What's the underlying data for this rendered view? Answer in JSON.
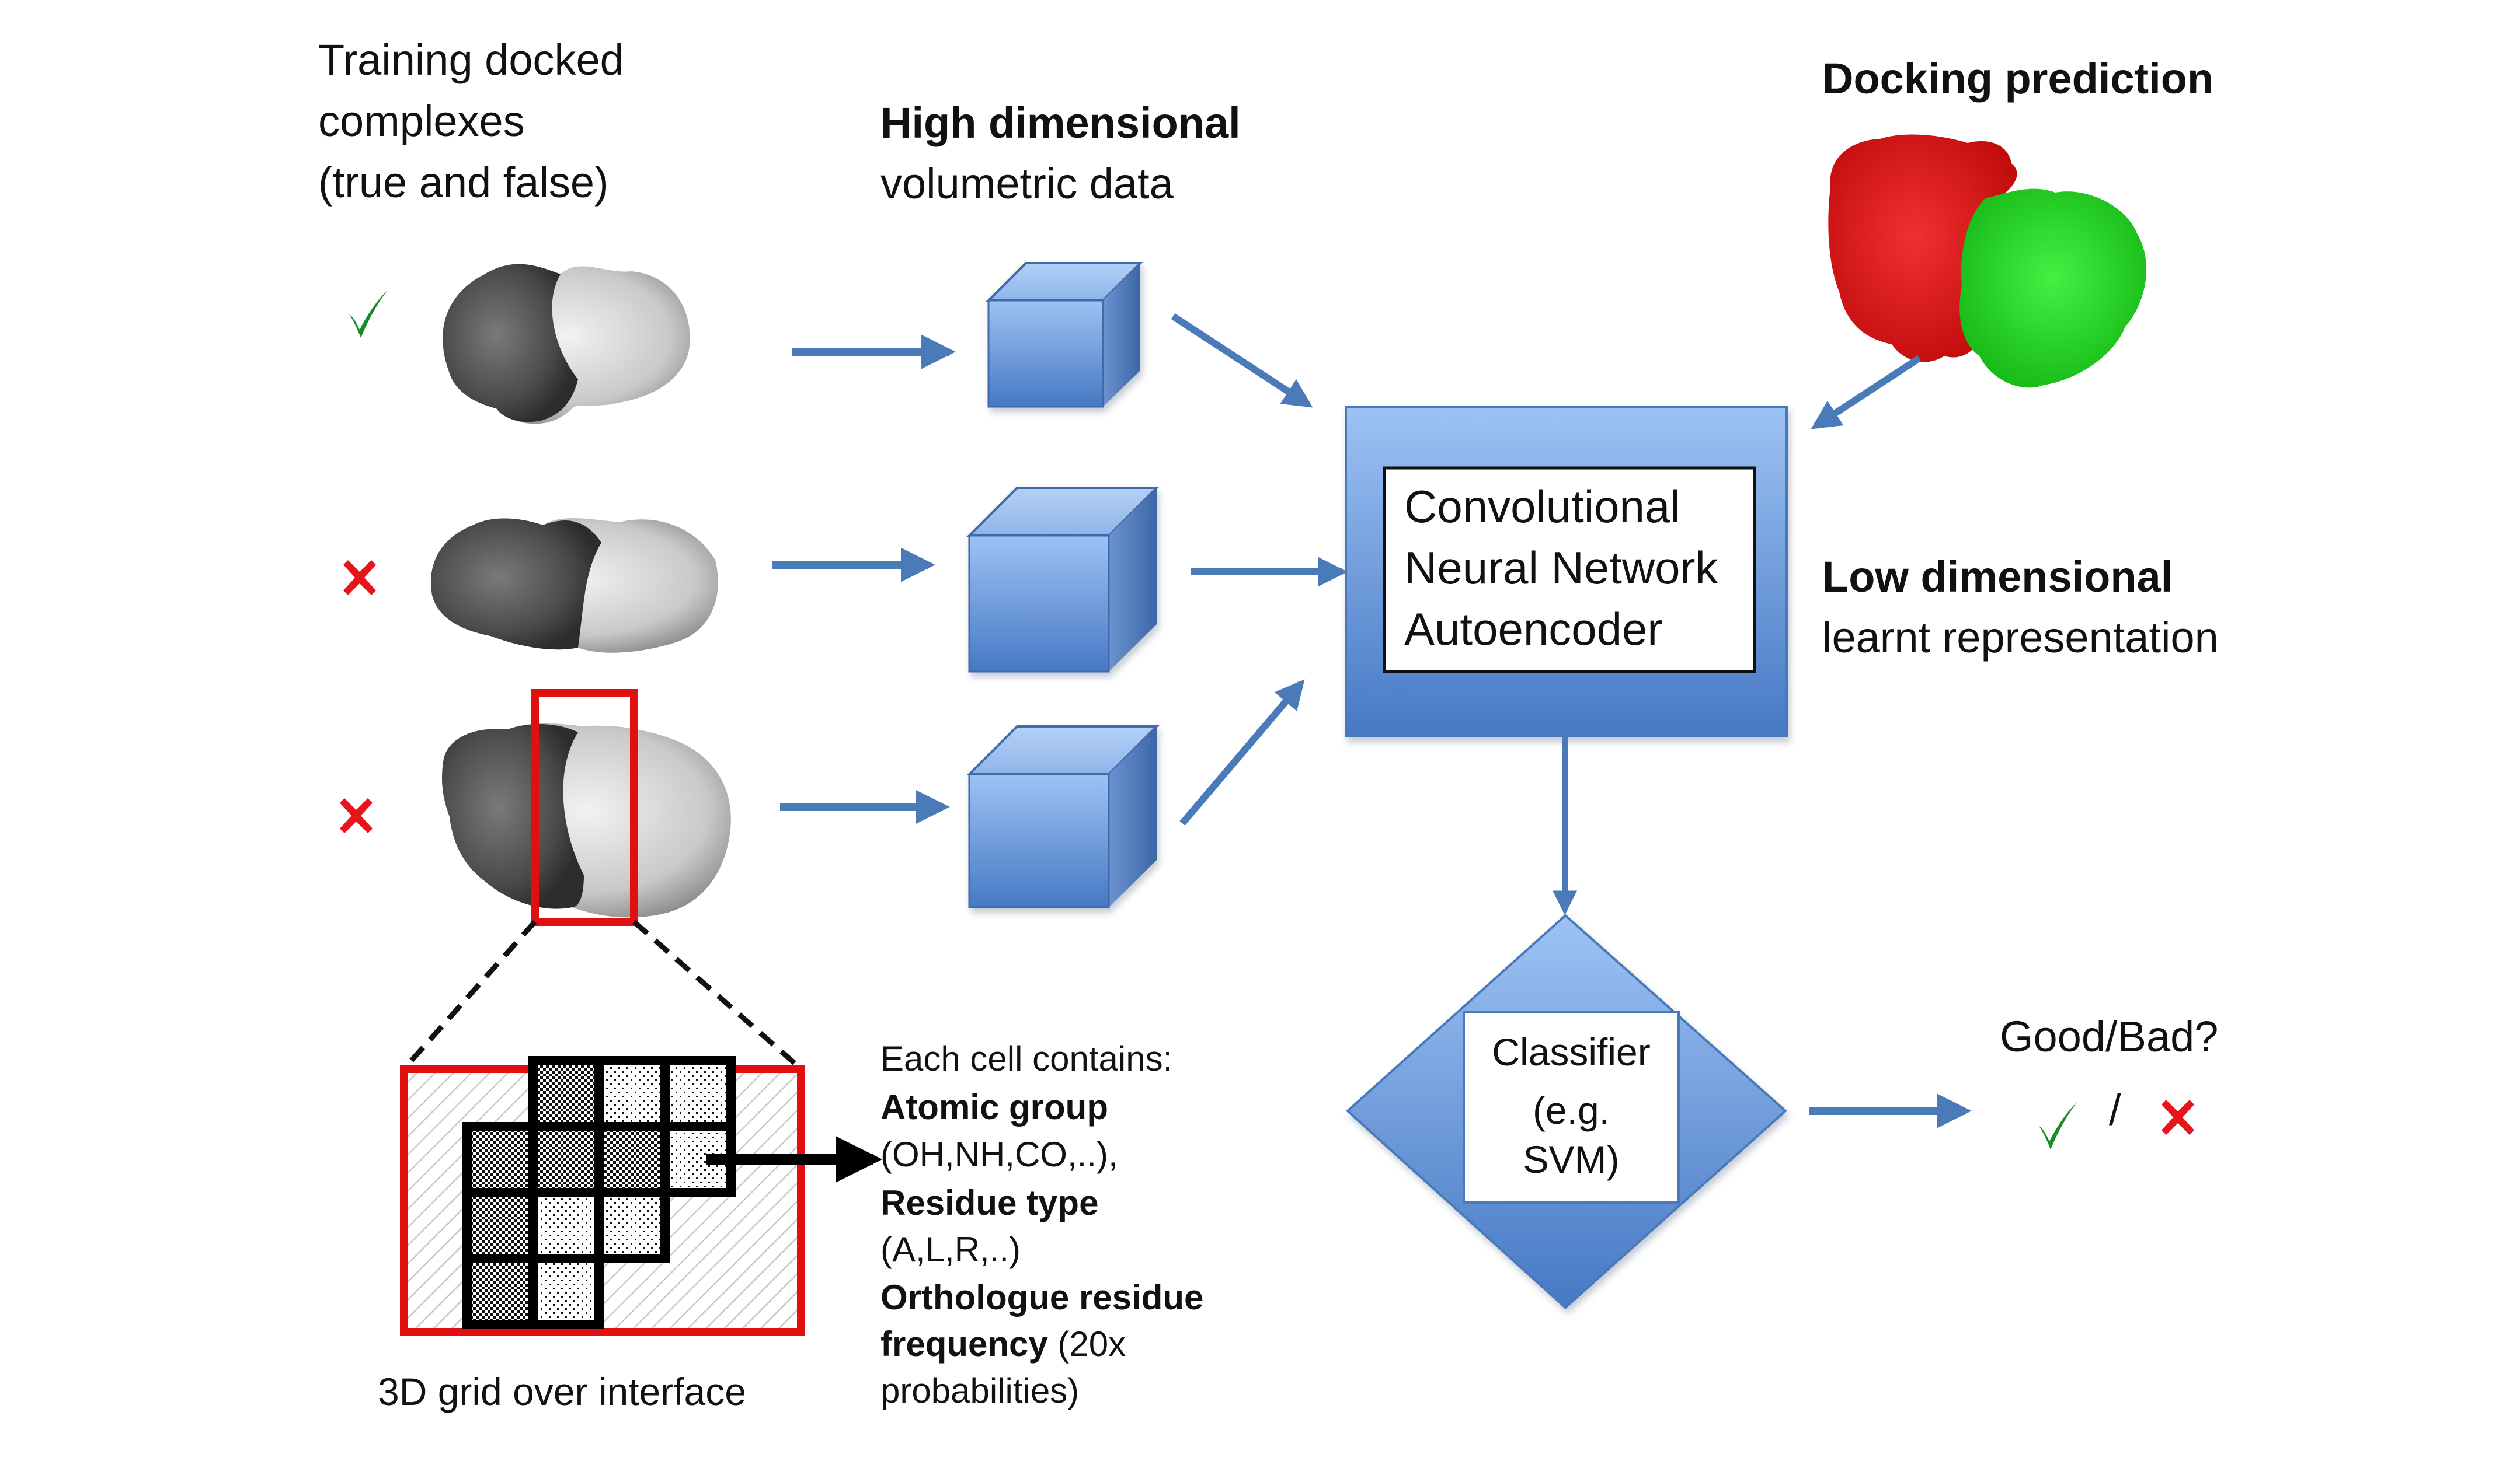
{
  "labels": {
    "training": [
      "Training docked",
      "complexes",
      "(true and false)"
    ],
    "volumetric_bold": "High dimensional",
    "volumetric_rest": "volumetric data",
    "docking_prediction": "Docking prediction",
    "low_dim_bold": "Low dimensional",
    "low_dim_rest": "learnt representation",
    "grid_caption": "3D grid over  interface",
    "output_question": "Good/Bad?",
    "output_separator": "/"
  },
  "training_examples": [
    {
      "label": "true",
      "mark_icon": "check-icon"
    },
    {
      "label": "false",
      "mark_icon": "cross-icon"
    },
    {
      "label": "false",
      "mark_icon": "cross-icon"
    }
  ],
  "cnn_box": {
    "lines": [
      "Convolutional",
      "Neural Network",
      "Autoencoder"
    ]
  },
  "classifier": {
    "lines": [
      "Classifier",
      "(e.g.",
      "SVM)"
    ]
  },
  "cell_contents": {
    "heading": "Each cell contains:",
    "items": [
      {
        "bold": "Atomic group",
        "detail": "(OH,NH,CO,..),"
      },
      {
        "bold": "Residue type",
        "detail": "(A,L,R,..)"
      },
      {
        "bold": "Orthologue residue",
        "bold2": "frequency",
        "detail_inline": " (20x",
        "detail": "probabilities)"
      }
    ]
  },
  "grid_cells": [
    {
      "row": 0,
      "col": 1,
      "fill": "dense"
    },
    {
      "row": 0,
      "col": 2,
      "fill": "sparse"
    },
    {
      "row": 0,
      "col": 3,
      "fill": "sparse"
    },
    {
      "row": 1,
      "col": 0,
      "fill": "dense"
    },
    {
      "row": 1,
      "col": 1,
      "fill": "dense"
    },
    {
      "row": 1,
      "col": 2,
      "fill": "dense"
    },
    {
      "row": 1,
      "col": 3,
      "fill": "sparse"
    },
    {
      "row": 2,
      "col": 0,
      "fill": "dense"
    },
    {
      "row": 2,
      "col": 1,
      "fill": "sparse"
    },
    {
      "row": 2,
      "col": 2,
      "fill": "sparse"
    },
    {
      "row": 3,
      "col": 0,
      "fill": "dense"
    },
    {
      "row": 3,
      "col": 1,
      "fill": "sparse"
    }
  ],
  "colors": {
    "arrow": "#4a7ab8",
    "box_top": "#9cc0f2",
    "box_bottom": "#4a80c8",
    "highlight_red": "#e01010",
    "check_green": "#1a8a2a",
    "cross_red": "#e8141c",
    "protein_red": "#e41a1a",
    "protein_green": "#22dd22"
  }
}
